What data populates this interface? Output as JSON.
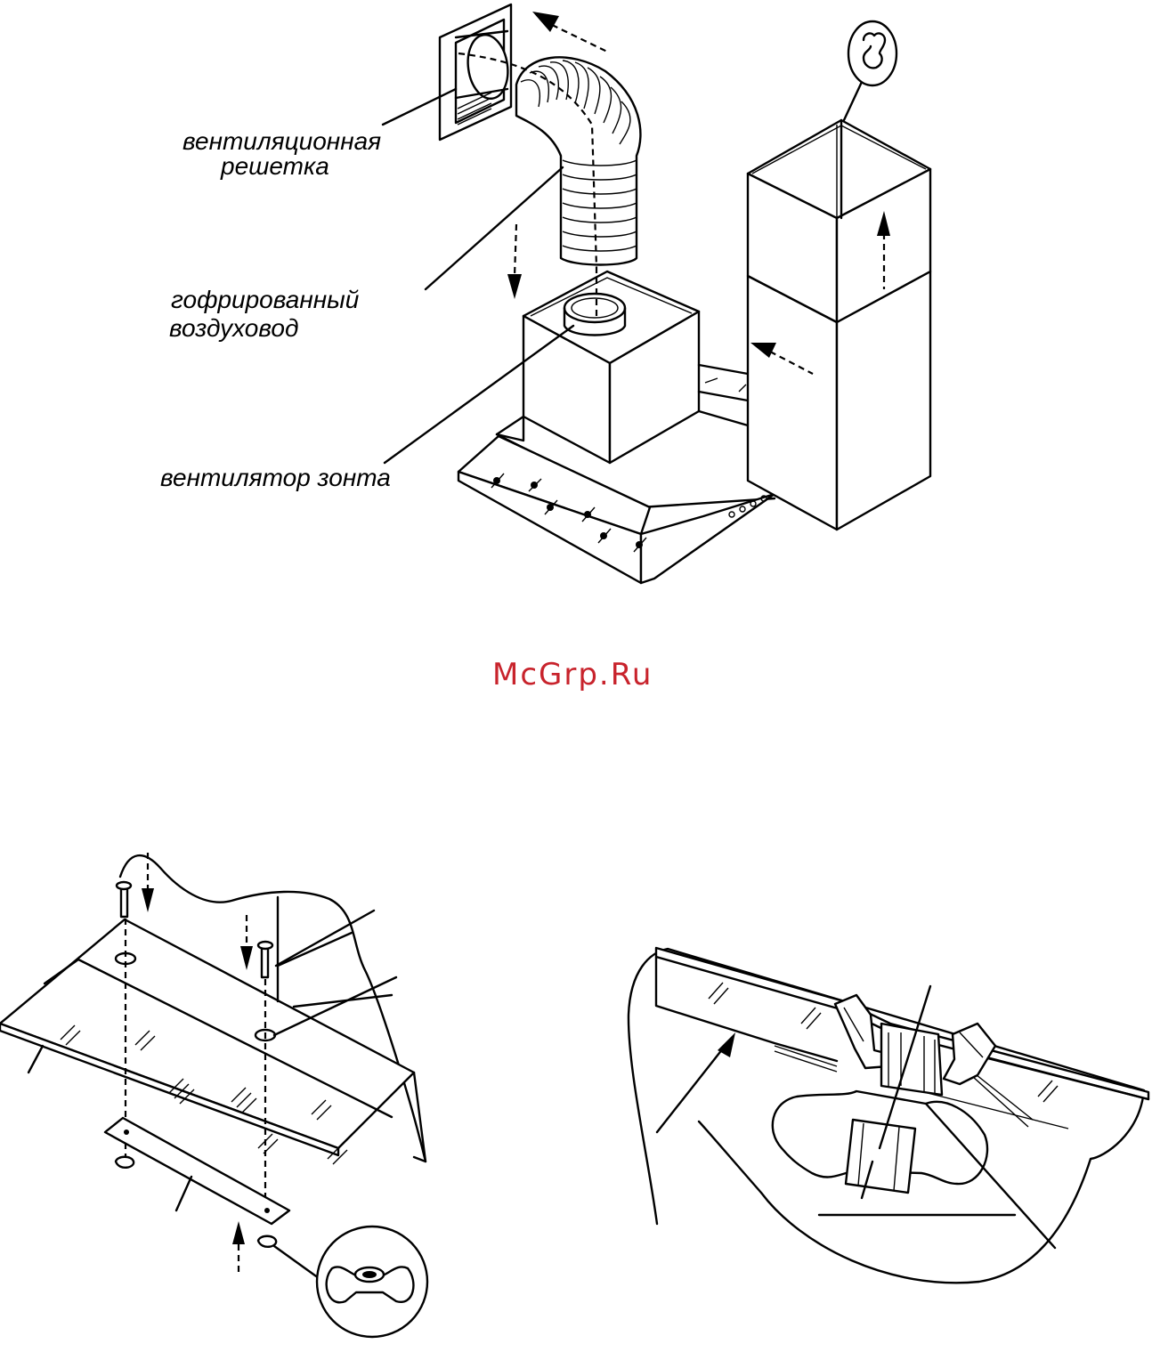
{
  "labels": {
    "vent_grille_line1": "вентиляционная",
    "vent_grille_line2": "решетка",
    "duct_line1": "гофрированный",
    "duct_line2": "воздуховод",
    "fan": "вентилятор зонта"
  },
  "watermark": "McGrp.Ru",
  "colors": {
    "watermark": "#c8232c",
    "ink": "#000000"
  }
}
